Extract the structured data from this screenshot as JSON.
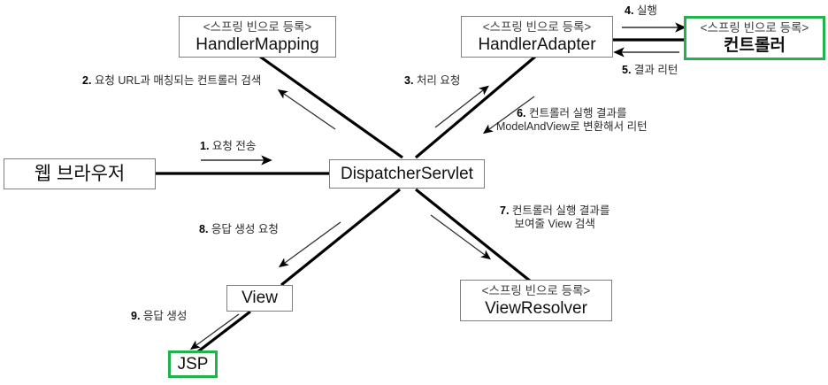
{
  "diagram": {
    "title": "Spring MVC DispatcherServlet request flow",
    "stereotype": "<스프링 빈으로 등록>",
    "colors": {
      "green_accent": "#22b14c",
      "box_border": "#7f7f7f",
      "line": "#000000",
      "text": "#1a1a1a"
    },
    "nodes": {
      "handler_mapping": {
        "stereotype": "<스프링 빈으로 등록>",
        "title": "HandlerMapping"
      },
      "handler_adapter": {
        "stereotype": "<스프링 빈으로 등록>",
        "title": "HandlerAdapter"
      },
      "controller": {
        "stereotype": "<스프링 빈으로 등록>",
        "title": "컨트롤러"
      },
      "web_browser": {
        "title": "웹 브라우저"
      },
      "dispatcher_servlet": {
        "title": "DispatcherServlet"
      },
      "view": {
        "title": "View"
      },
      "view_resolver": {
        "stereotype": "<스프링 빈으로 등록>",
        "title": "ViewResolver"
      },
      "jsp": {
        "title": "JSP"
      }
    },
    "steps": [
      {
        "num": "1.",
        "text": "요청 전송"
      },
      {
        "num": "2.",
        "text": "요청 URL과 매칭되는 컨트롤러 검색"
      },
      {
        "num": "3.",
        "text": "처리 요청"
      },
      {
        "num": "4.",
        "text": "실행"
      },
      {
        "num": "5.",
        "text": "결과 리턴"
      },
      {
        "num": "6.",
        "line1": "컨트롤러 실행 결과를",
        "line2": "ModelAndView로 변환해서 리턴"
      },
      {
        "num": "7.",
        "line1": "컨트롤러 실행 결과를",
        "line2": "보여줄 View 검색"
      },
      {
        "num": "8.",
        "text": "응답 생성 요청"
      },
      {
        "num": "9.",
        "text": "응답 생성"
      }
    ]
  }
}
